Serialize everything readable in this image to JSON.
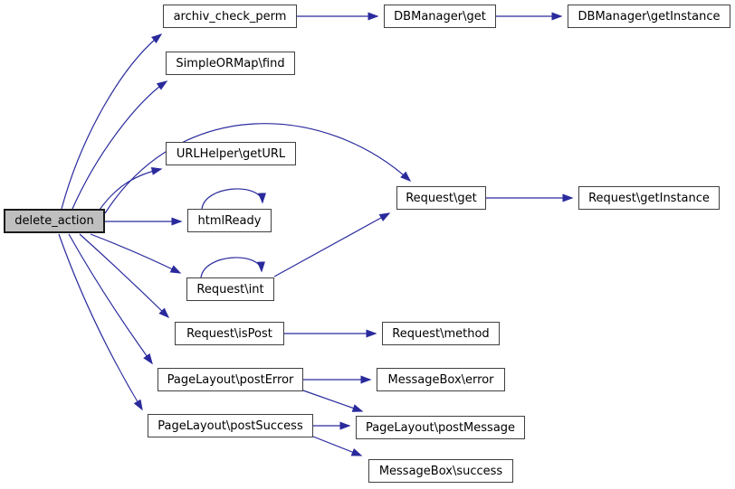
{
  "diagram": {
    "kind": "doxygen-call-graph",
    "colors": {
      "edge": "#2a2a9d",
      "node_border": "#404040",
      "node_fill": "#ffffff",
      "root_fill": "#bfbfbf",
      "text": "#000000",
      "background": "#ffffff"
    },
    "nodes": [
      {
        "id": "delete_action",
        "label": "delete_action",
        "root": true
      },
      {
        "id": "archiv_check_perm",
        "label": "archiv_check_perm"
      },
      {
        "id": "simpleormap_find",
        "label": "SimpleORMap\\find"
      },
      {
        "id": "urlhelper_geturl",
        "label": "URLHelper\\getURL"
      },
      {
        "id": "htmlready",
        "label": "htmlReady"
      },
      {
        "id": "request_int",
        "label": "Request\\int"
      },
      {
        "id": "request_ispost",
        "label": "Request\\isPost"
      },
      {
        "id": "pagelayout_posterror",
        "label": "PageLayout\\postError"
      },
      {
        "id": "pagelayout_postsuccess",
        "label": "PageLayout\\postSuccess"
      },
      {
        "id": "dbmanager_get",
        "label": "DBManager\\get"
      },
      {
        "id": "dbmanager_getinstance",
        "label": "DBManager\\getInstance"
      },
      {
        "id": "request_get",
        "label": "Request\\get"
      },
      {
        "id": "request_getinstance",
        "label": "Request\\getInstance"
      },
      {
        "id": "request_method",
        "label": "Request\\method"
      },
      {
        "id": "messagebox_error",
        "label": "MessageBox\\error"
      },
      {
        "id": "pagelayout_postmessage",
        "label": "PageLayout\\postMessage"
      },
      {
        "id": "messagebox_success",
        "label": "MessageBox\\success"
      }
    ],
    "edges": [
      {
        "from": "delete_action",
        "to": "archiv_check_perm"
      },
      {
        "from": "delete_action",
        "to": "simpleormap_find"
      },
      {
        "from": "delete_action",
        "to": "request_get"
      },
      {
        "from": "delete_action",
        "to": "urlhelper_geturl"
      },
      {
        "from": "delete_action",
        "to": "htmlready"
      },
      {
        "from": "delete_action",
        "to": "request_int"
      },
      {
        "from": "delete_action",
        "to": "request_ispost"
      },
      {
        "from": "delete_action",
        "to": "pagelayout_posterror"
      },
      {
        "from": "delete_action",
        "to": "pagelayout_postsuccess"
      },
      {
        "from": "archiv_check_perm",
        "to": "dbmanager_get"
      },
      {
        "from": "dbmanager_get",
        "to": "dbmanager_getinstance"
      },
      {
        "from": "request_get",
        "to": "request_getinstance"
      },
      {
        "from": "request_int",
        "to": "request_get"
      },
      {
        "from": "request_int",
        "to": "request_int"
      },
      {
        "from": "htmlready",
        "to": "htmlready"
      },
      {
        "from": "request_ispost",
        "to": "request_method"
      },
      {
        "from": "pagelayout_posterror",
        "to": "messagebox_error"
      },
      {
        "from": "pagelayout_posterror",
        "to": "pagelayout_postmessage"
      },
      {
        "from": "pagelayout_postsuccess",
        "to": "pagelayout_postmessage"
      },
      {
        "from": "pagelayout_postsuccess",
        "to": "messagebox_success"
      }
    ]
  }
}
